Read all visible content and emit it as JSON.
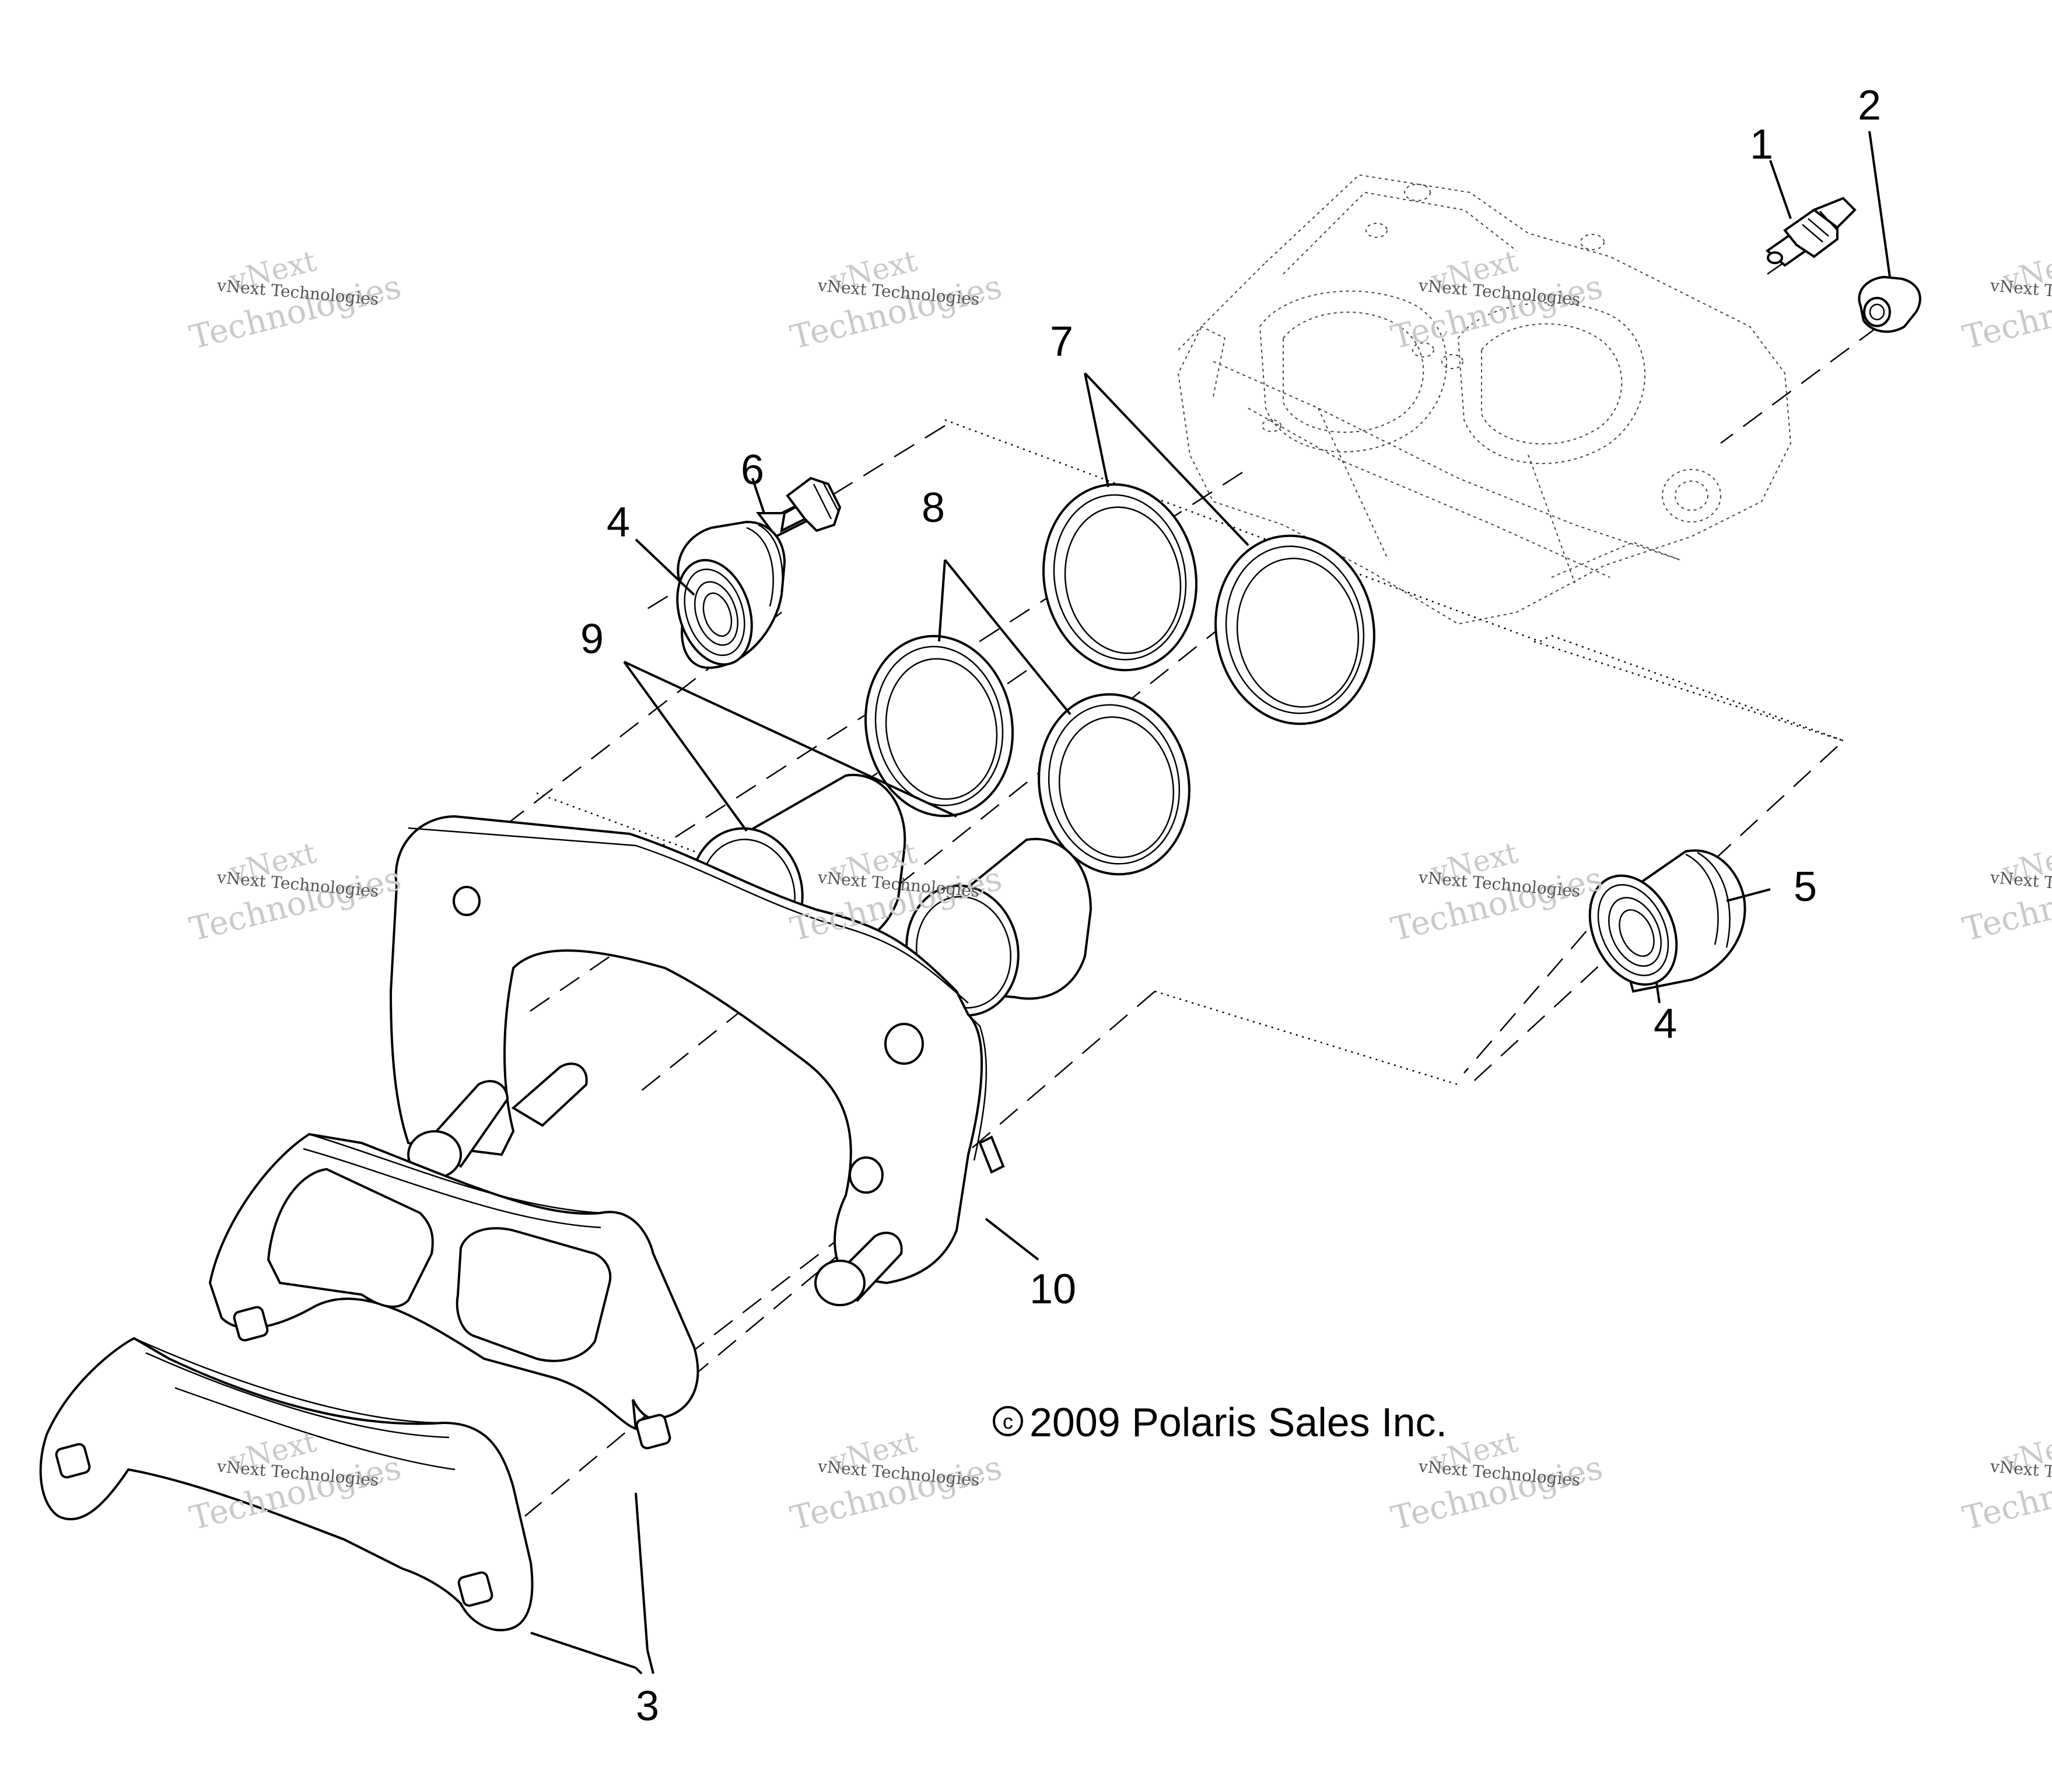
{
  "callouts": {
    "c1": "1",
    "c2": "2",
    "c3": "3",
    "c4a": "4",
    "c4b": "4",
    "c5": "5",
    "c6": "6",
    "c7": "7",
    "c8": "8",
    "c9": "9",
    "c10": "10"
  },
  "copyright": "2009 Polaris Sales Inc.",
  "copyright_symbol": "c",
  "watermark": {
    "small": "vNext Technologies",
    "large_line1": "vNext",
    "large_line2": "Technologies"
  }
}
